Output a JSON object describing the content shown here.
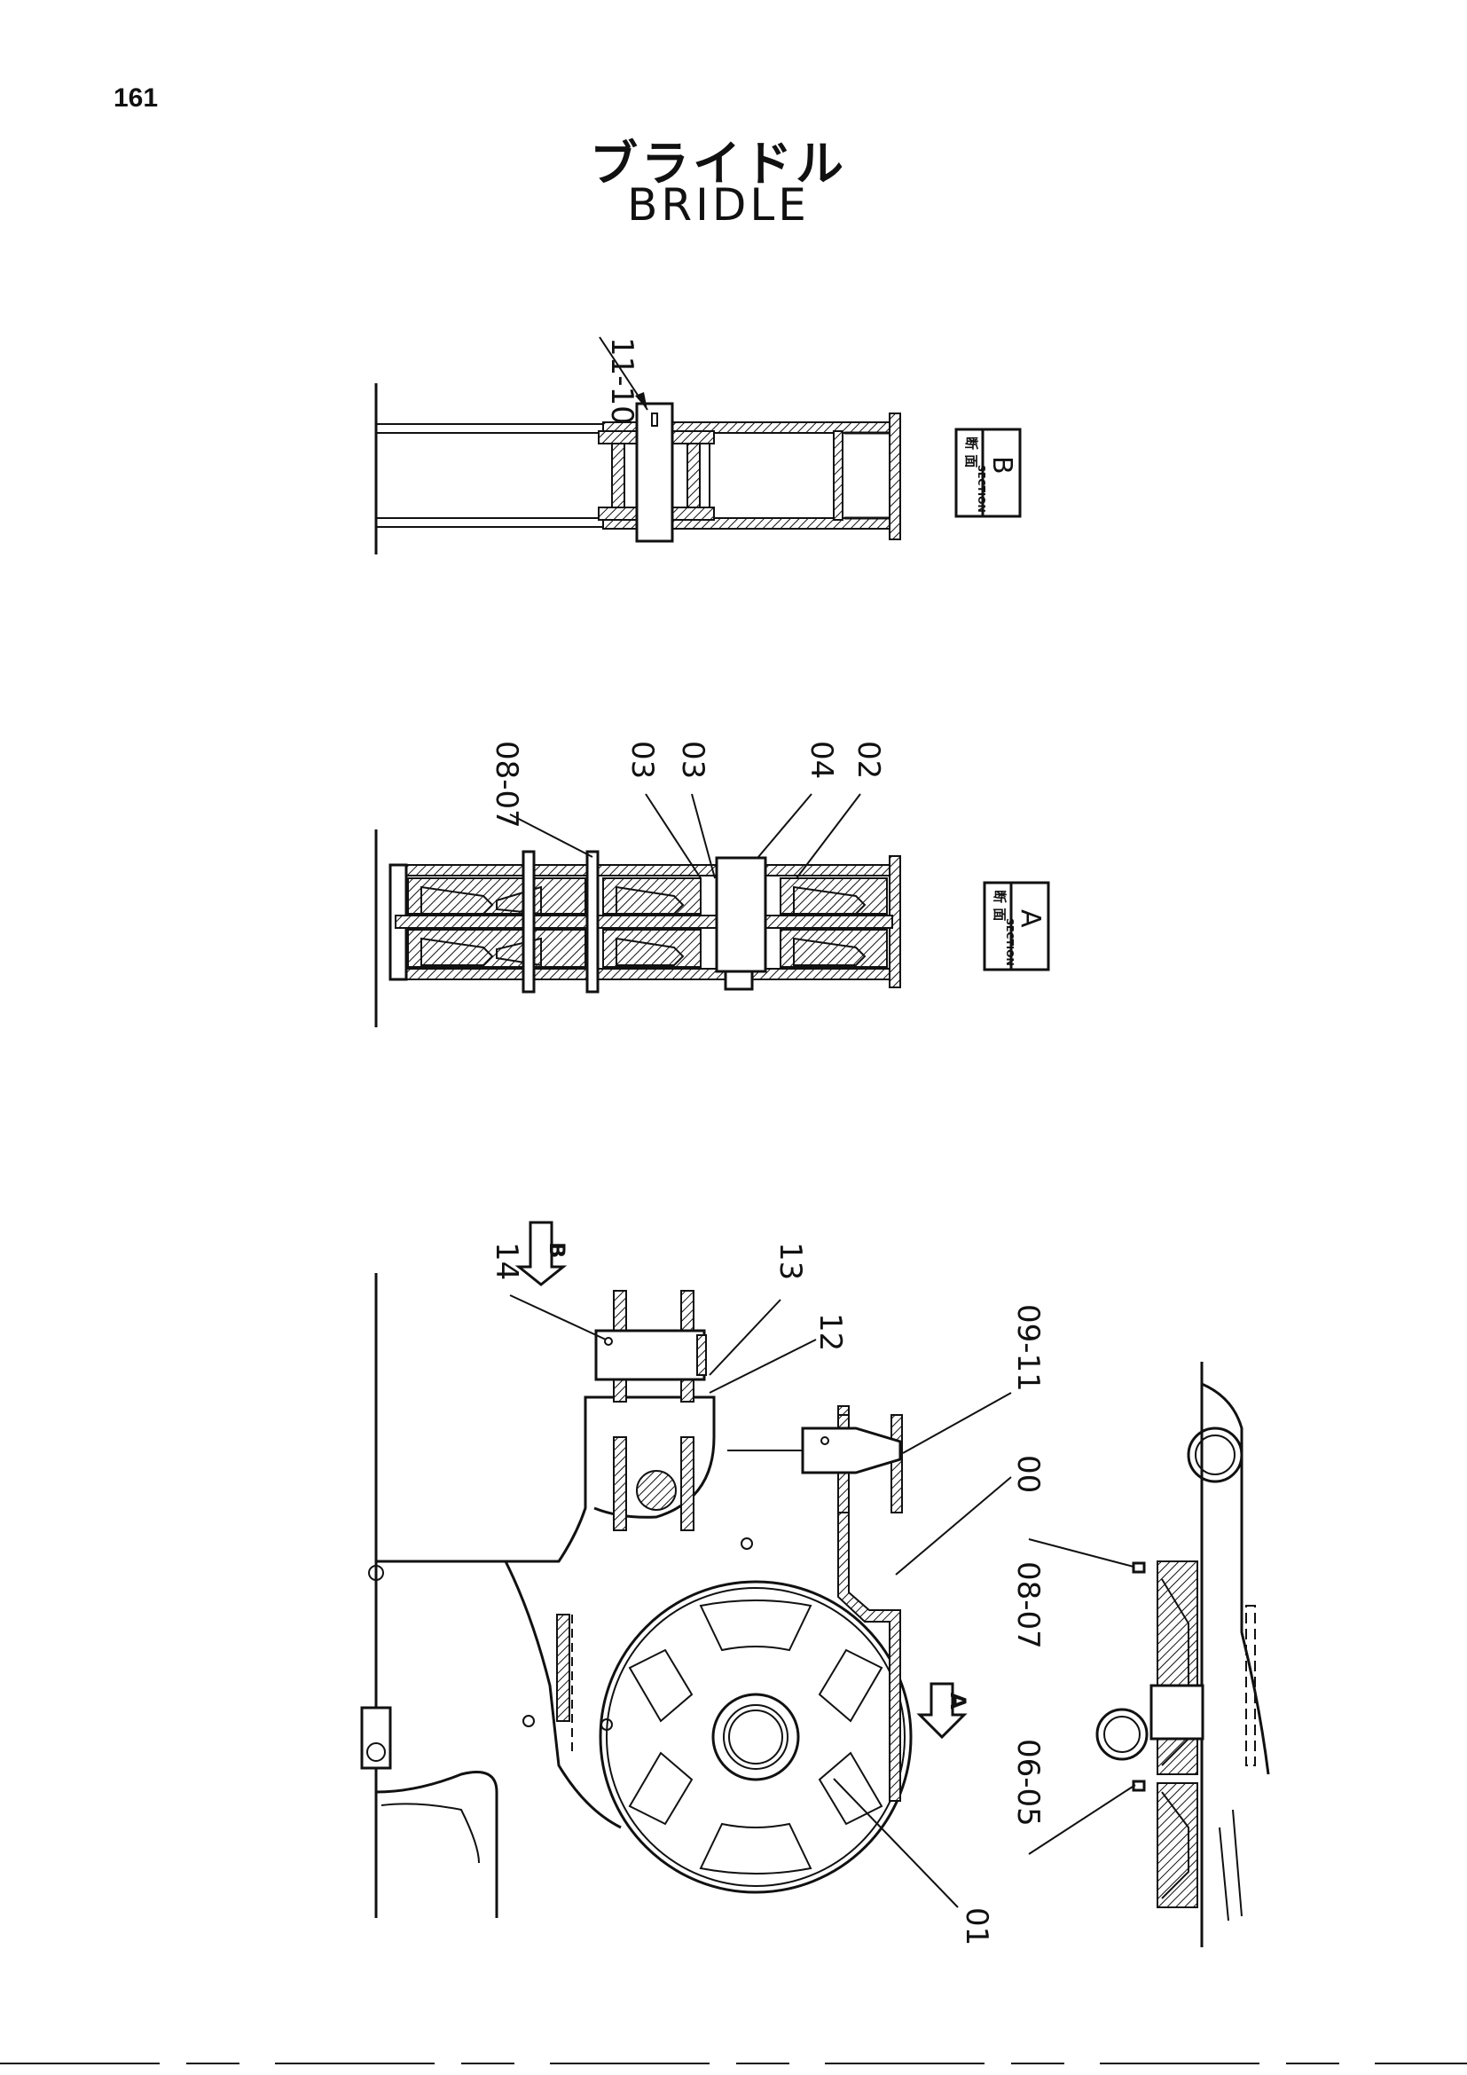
{
  "page": {
    "number": "161"
  },
  "title": {
    "japanese": "ブライドル",
    "english": "BRIDLE"
  },
  "sections": {
    "b": {
      "jp": "断 面",
      "en": "SECTION",
      "letter": "B"
    },
    "a": {
      "jp": "断 面",
      "en": "SECTION",
      "letter": "A"
    }
  },
  "view_markers": {
    "a": "A",
    "b": "B"
  },
  "callouts": {
    "section_b": [
      "11-10"
    ],
    "section_a": [
      "08-07",
      "03",
      "03",
      "04",
      "02"
    ],
    "main_top": [
      "14",
      "13",
      "12",
      "09-11"
    ],
    "main_bottom": [
      "00",
      "08-07",
      "06-05",
      "01"
    ]
  }
}
